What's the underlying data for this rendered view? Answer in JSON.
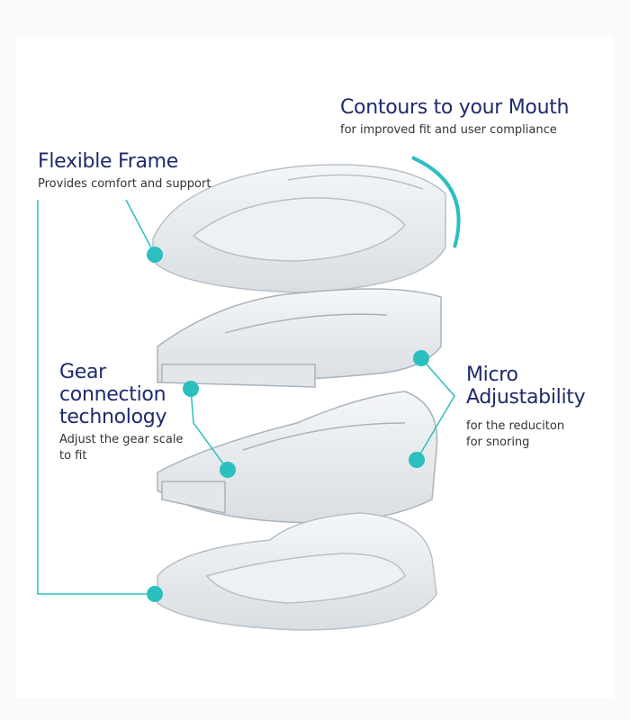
{
  "callouts": {
    "contours": {
      "title": "Contours to your Mouth",
      "subtitle": "for improved fit and user compliance"
    },
    "flexible": {
      "title": "Flexible Frame",
      "subtitle": "Provides comfort and support"
    },
    "gear": {
      "title_1": "Gear",
      "title_2": "connection",
      "title_3": "technology",
      "subtitle_1": "Adjust the gear scale",
      "subtitle_2": "to fit"
    },
    "micro": {
      "title_1": "Micro",
      "title_2": "Adjustability",
      "subtitle_1": "for the reduciton",
      "subtitle_2": "for snoring"
    }
  },
  "colors": {
    "accent": "#2bbfc0",
    "heading": "#1f2a6b"
  }
}
